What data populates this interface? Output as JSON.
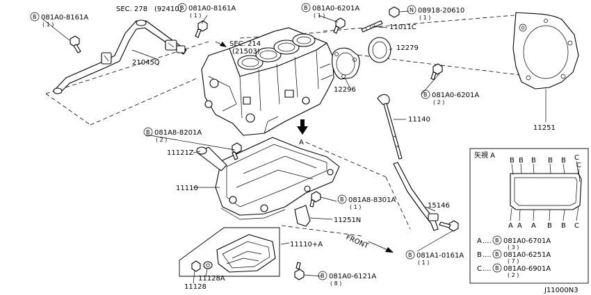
{
  "callouts": {
    "c1": {
      "code": "081A0-8161A",
      "qty": "( 1 )"
    },
    "c2": {
      "code": "081A0-8161A",
      "qty": "( 1 )"
    },
    "c3": {
      "code": "081A0-6201A",
      "qty": "( 1 )"
    },
    "c4": {
      "code": "08918-20610",
      "qty": "( 1 )"
    },
    "c5": {
      "code": "081A0-6201A",
      "qty": "( 2 )"
    },
    "c6": {
      "code": "081A8-8201A",
      "qty": "( 2 )"
    },
    "c7": {
      "code": "081A8-8301A",
      "qty": "( 1 )"
    },
    "c8": {
      "code": "081A1-0161A",
      "qty": "( 1 )"
    },
    "c9": {
      "code": "081A0-6121A",
      "qty": "( 8 )"
    }
  },
  "markers": {
    "b": "B",
    "n": "N"
  },
  "sections": {
    "s278": {
      "name": "SEC. 278",
      "ref": "(92410)"
    },
    "s214": {
      "name": "SEC. 214",
      "ref": "(21503)"
    }
  },
  "parts": {
    "p21045q": "21045Q",
    "p11011c": "11011C",
    "p12279": "12279",
    "p12296": "12296",
    "p11140": "11140",
    "p11251": "11251",
    "p11121z": "11121Z",
    "p11110": "11110",
    "p15146": "15146",
    "p11251n": "11251N",
    "p11110a": "11110+A",
    "p11128a": "11128A",
    "p11128": "11128"
  },
  "view_a": {
    "arrow_letter": "A",
    "title": "矢視 A",
    "top_letters": [
      "B",
      "B",
      "B",
      "B",
      "B",
      "C",
      "C"
    ],
    "bottom_letters": [
      "A",
      "A",
      "A",
      "B",
      "B",
      "C"
    ],
    "legend": [
      {
        "key": "A",
        "code": "081A0-6701A",
        "qty": "( 3 )"
      },
      {
        "key": "B",
        "code": "081A0-6251A",
        "qty": "( 7 )"
      },
      {
        "key": "C",
        "code": "081A0-6901A",
        "qty": "( 2 )"
      }
    ]
  },
  "front_label": "FRONT",
  "diagram_id": "J11000N3"
}
